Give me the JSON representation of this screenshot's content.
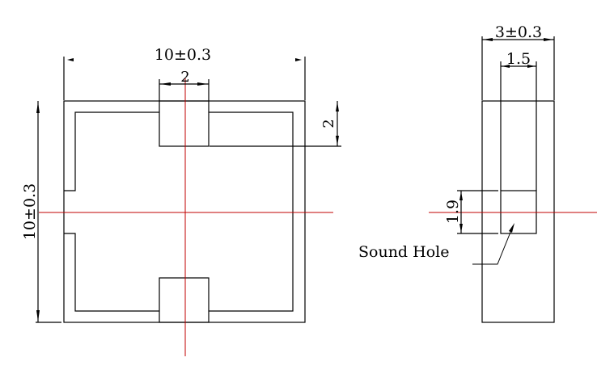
{
  "front_view": {
    "width_dim": "10±0.3",
    "height_dim": "10±0.3",
    "pad_width_dim": "2",
    "pad_height_dim": "2"
  },
  "side_view": {
    "thickness_dim": "3±0.3",
    "hole_width_dim": "1.5",
    "hole_height_dim": "1.9",
    "sound_hole_label": "Sound Hole"
  },
  "colors": {
    "outline": "#000000",
    "centerline": "#c00000"
  }
}
